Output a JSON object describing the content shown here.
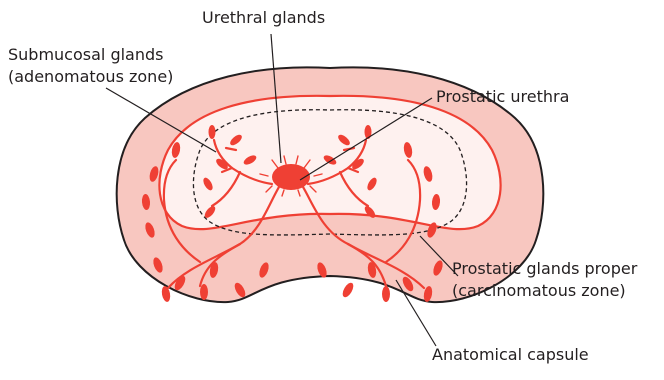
{
  "colors": {
    "outer_fill": "#f8c7c0",
    "inner_fill": "#fef1ef",
    "gland": "#ef4034",
    "outline": "#231f20",
    "leader": "#231f20"
  },
  "labels": {
    "urethral_glands": "Urethral glands",
    "submucosal_line1": "Submucosal glands",
    "submucosal_line2": "(adenomatous zone)",
    "prostatic_urethra": "Prostatic urethra",
    "proper_line1": "Prostatic glands proper",
    "proper_line2": "(carcinomatous zone)",
    "anatomical_capsule": "Anatomical capsule"
  }
}
